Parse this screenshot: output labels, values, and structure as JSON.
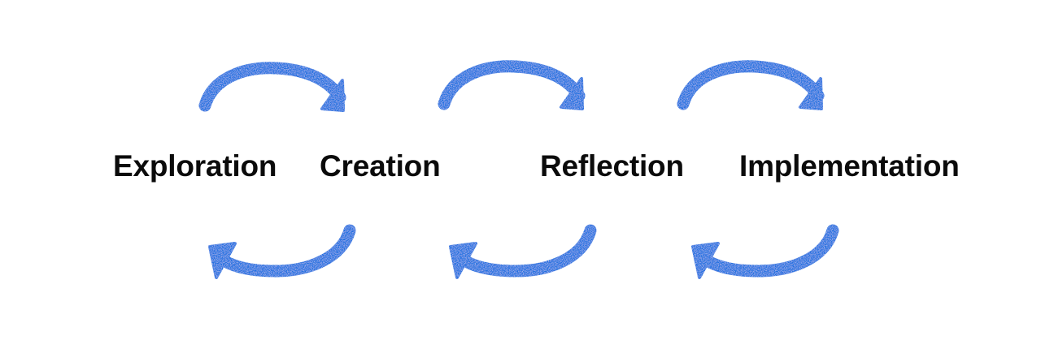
{
  "diagram": {
    "stages": [
      {
        "label": "Exploration"
      },
      {
        "label": "Creation"
      },
      {
        "label": "Reflection"
      },
      {
        "label": "Implementation"
      }
    ],
    "arrow_color": "#1d6fe0",
    "arrows": [
      {
        "name": "forward-arrow-icon-1",
        "direction": "forward"
      },
      {
        "name": "forward-arrow-icon-2",
        "direction": "forward"
      },
      {
        "name": "forward-arrow-icon-3",
        "direction": "forward"
      },
      {
        "name": "backward-arrow-icon-1",
        "direction": "backward"
      },
      {
        "name": "backward-arrow-icon-2",
        "direction": "backward"
      },
      {
        "name": "backward-arrow-icon-3",
        "direction": "backward"
      }
    ]
  }
}
